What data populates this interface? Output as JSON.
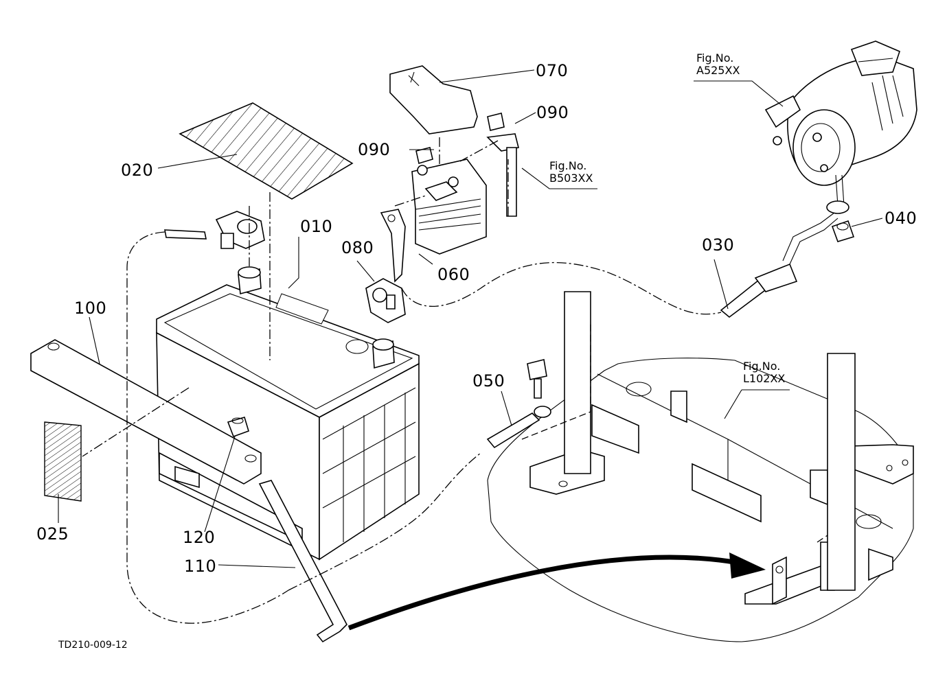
{
  "drawing_code": "TD210-009-12",
  "parts": [
    {
      "id": "p010",
      "label": "010"
    },
    {
      "id": "p020",
      "label": "020"
    },
    {
      "id": "p025",
      "label": "025"
    },
    {
      "id": "p030",
      "label": "030"
    },
    {
      "id": "p040",
      "label": "040"
    },
    {
      "id": "p050",
      "label": "050"
    },
    {
      "id": "p060",
      "label": "060"
    },
    {
      "id": "p070",
      "label": "070"
    },
    {
      "id": "p080",
      "label": "080"
    },
    {
      "id": "p090a",
      "label": "090"
    },
    {
      "id": "p090b",
      "label": "090"
    },
    {
      "id": "p100",
      "label": "100"
    },
    {
      "id": "p110",
      "label": "110"
    },
    {
      "id": "p120",
      "label": "120"
    }
  ],
  "references": [
    {
      "id": "r_a525",
      "prefix": "Fig.No.",
      "number": "A525XX"
    },
    {
      "id": "r_b503",
      "prefix": "Fig.No.",
      "number": "B503XX"
    },
    {
      "id": "r_l102",
      "prefix": "Fig.No.",
      "number": "L102XX"
    }
  ]
}
